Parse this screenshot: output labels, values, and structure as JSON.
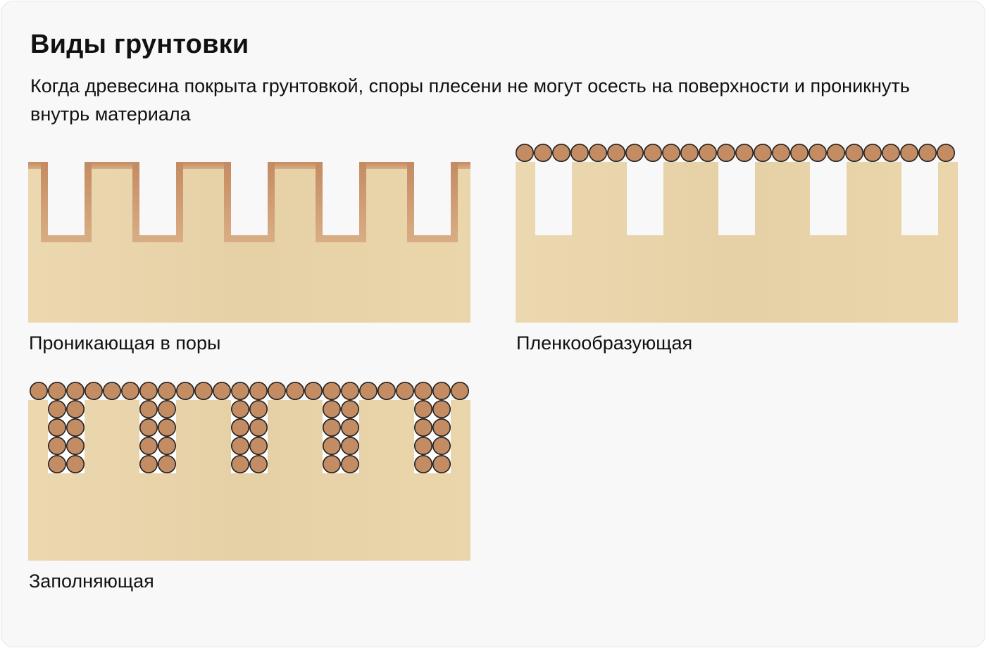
{
  "title": "Виды грунтовки",
  "subtitle": "Когда древесина покрыта грунтовкой, споры плесени не могут осесть на поверхности и проникнуть внутрь материала",
  "panels": [
    {
      "label": "Проникающая в поры"
    },
    {
      "label": "Пленкообразующая"
    },
    {
      "label": "Заполняющая"
    }
  ],
  "colors": {
    "wood": "#e9d3aa",
    "coat_top": "#c48b62",
    "coat_bottom": "#d9ae84",
    "particle": "#c48c63",
    "background": "#f8f8f8"
  }
}
